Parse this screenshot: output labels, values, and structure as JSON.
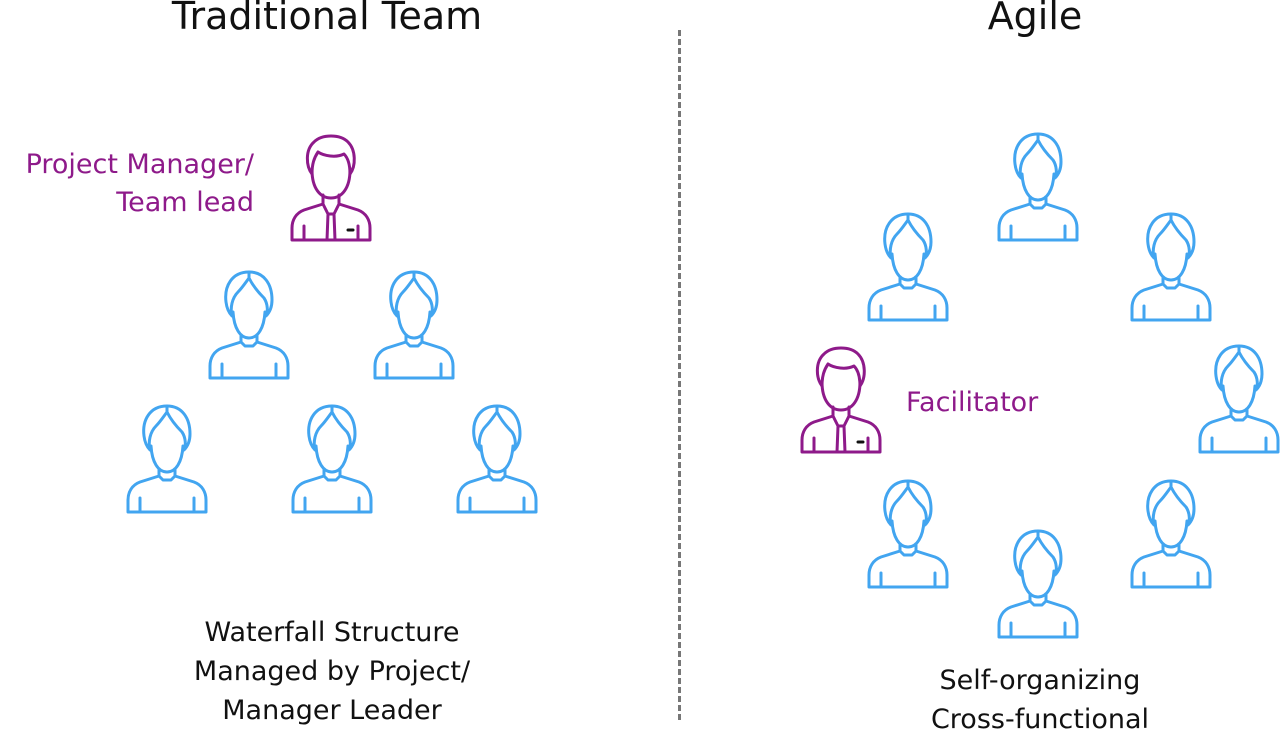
{
  "colors": {
    "team_member": "#42a5f0",
    "leader": "#8e1a8a",
    "divider": "#777777"
  },
  "traditional": {
    "title": "Traditional Team",
    "leader_label_line1": "Project Manager/",
    "leader_label_line2": "Team lead",
    "caption": [
      "Waterfall Structure",
      "Managed by Project/",
      "Manager Leader"
    ],
    "icons": {
      "leader": "manager-person-icon",
      "member": "person-icon",
      "member_count": 5
    }
  },
  "agile": {
    "title": "Agile",
    "facilitator_label": "Facilitator",
    "caption": [
      "Self-organizing",
      "Cross-functional"
    ],
    "icons": {
      "facilitator": "manager-person-icon",
      "member": "person-icon",
      "member_count": 7
    }
  }
}
